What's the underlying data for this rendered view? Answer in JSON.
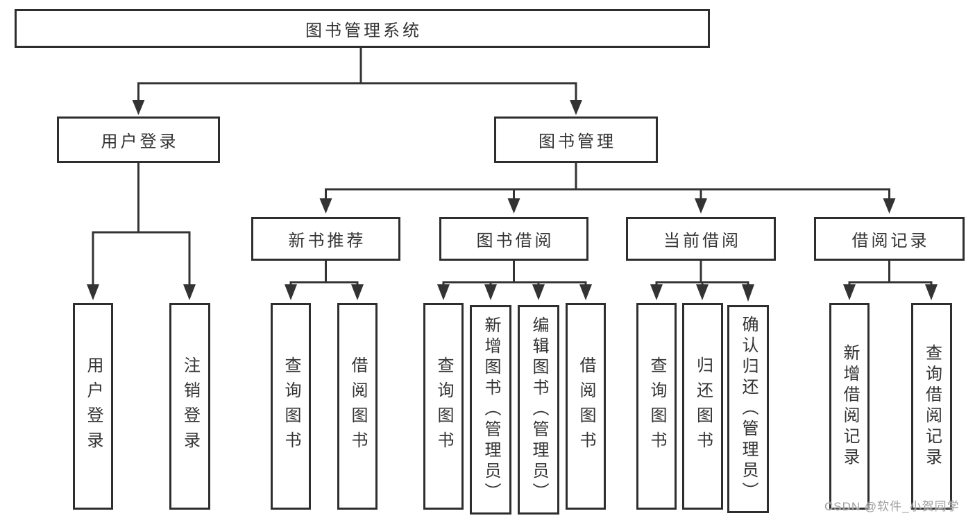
{
  "diagram": {
    "nodes": {
      "root": "图书管理系统",
      "user_login": "用户登录",
      "book_mgmt": "图书管理",
      "new_books": "新书推荐",
      "book_borrow": "图书借阅",
      "current_borrow": "当前借阅",
      "borrow_records": "借阅记录",
      "leaf_user_login": "用户登录",
      "leaf_logout": "注销登录",
      "leaf_nb_query": "查询图书",
      "leaf_nb_borrow": "借阅图书",
      "leaf_bb_query": "查询图书",
      "leaf_bb_add": "新增图书（管理员）",
      "leaf_bb_edit": "编辑图书（管理员）",
      "leaf_bb_borrow": "借阅图书",
      "leaf_cb_query": "查询图书",
      "leaf_cb_return": "归还图书",
      "leaf_cb_confirm": "确认归还（管理员）",
      "leaf_br_add": "新增借阅记录",
      "leaf_br_query": "查询借阅记录"
    },
    "watermark": "CSDN @软件_小贺同学",
    "colors": {
      "line": "#333333",
      "box_border": "#2e2e2e",
      "text": "#333333",
      "watermark": "#9e9e9e",
      "background": "#ffffff"
    }
  }
}
